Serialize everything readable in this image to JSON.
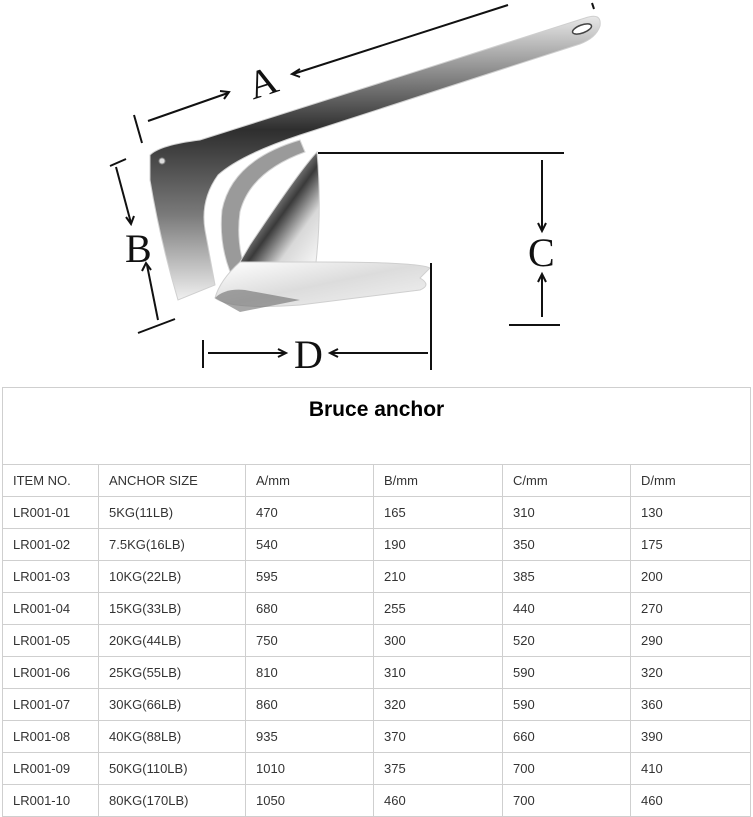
{
  "figure": {
    "description": "Bruce anchor dimension diagram",
    "labels": {
      "a": "A",
      "b": "B",
      "c": "C",
      "d": "D"
    }
  },
  "table": {
    "title": "Bruce anchor",
    "headers": [
      "ITEM NO.",
      "ANCHOR SIZE",
      "A/mm",
      "B/mm",
      "C/mm",
      "D/mm"
    ],
    "rows": [
      [
        "LR001-01",
        "5KG(11LB)",
        "470",
        "165",
        "310",
        "130"
      ],
      [
        "LR001-02",
        "7.5KG(16LB)",
        "540",
        "190",
        "350",
        "175"
      ],
      [
        "LR001-03",
        "10KG(22LB)",
        "595",
        "210",
        "385",
        "200"
      ],
      [
        "LR001-04",
        "15KG(33LB)",
        "680",
        "255",
        "440",
        "270"
      ],
      [
        "LR001-05",
        "20KG(44LB)",
        "750",
        "300",
        "520",
        "290"
      ],
      [
        "LR001-06",
        "25KG(55LB)",
        "810",
        "310",
        "590",
        "320"
      ],
      [
        "LR001-07",
        "30KG(66LB)",
        "860",
        "320",
        "590",
        "360"
      ],
      [
        "LR001-08",
        "40KG(88LB)",
        "935",
        "370",
        "660",
        "390"
      ],
      [
        "LR001-09",
        "50KG(110LB)",
        "1010",
        "375",
        "700",
        "410"
      ],
      [
        "LR001-10",
        "80KG(170LB)",
        "1050",
        "460",
        "700",
        "460"
      ]
    ]
  }
}
